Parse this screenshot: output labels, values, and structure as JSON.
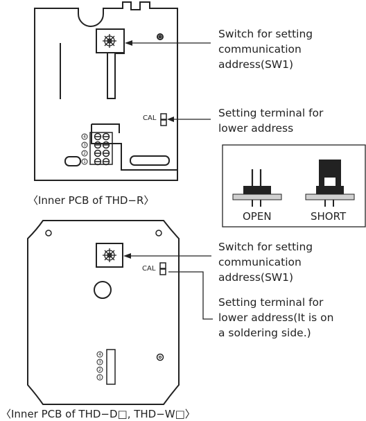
{
  "figure_r": {
    "cal_label": "CAL",
    "pin_numbers": [
      "4",
      "3",
      "2",
      "1"
    ],
    "callout_sw1": [
      "Switch for setting",
      "communication",
      "address(SW1)"
    ],
    "callout_terminal": [
      "Setting terminal for",
      "lower address"
    ],
    "caption": "〈Inner PCB of THD−R〉"
  },
  "jumper_box": {
    "open_label": "OPEN",
    "short_label": "SHORT"
  },
  "figure_d": {
    "cal_label": "CAL",
    "pin_numbers": [
      "4",
      "3",
      "2",
      "1"
    ],
    "callout_sw1": [
      "Switch for setting",
      "communication",
      "address(SW1)"
    ],
    "callout_terminal": [
      "Setting terminal for",
      "lower address(It is on",
      "a soldering side.)"
    ],
    "caption": "〈Inner PCB of THD−D□, THD−W□〉"
  }
}
